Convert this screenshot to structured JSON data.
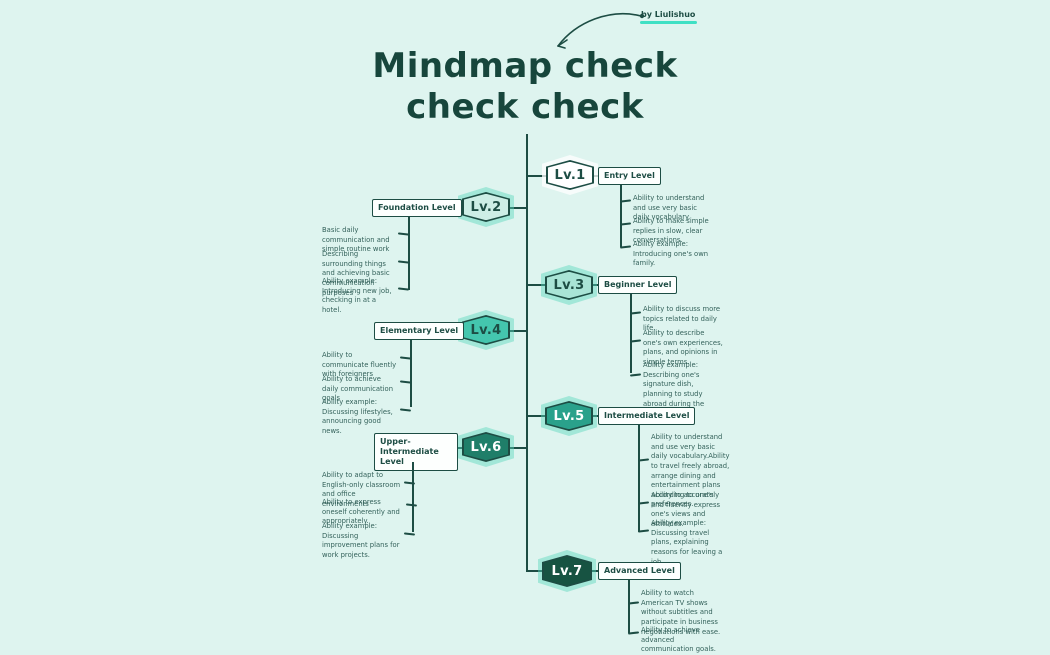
{
  "header": {
    "title_line1": "Mindmap check",
    "title_line2": "check check",
    "byline": "by Liulishuo"
  },
  "colors": {
    "background": "#def4ef",
    "ink": "#1d4d44",
    "body_text": "#33615a",
    "byline_underline": "#3fe0c4",
    "badge_colors": [
      "#ffffff",
      "#cdeee6",
      "#a9e4d6",
      "#44c6ae",
      "#2aa18b",
      "#1f7e69",
      "#175342"
    ]
  },
  "icons": {
    "arrow": "curved-arrow-from-byline-to-title"
  },
  "levels": [
    {
      "badge": "Lv.1",
      "label": "Entry Level",
      "side": "right",
      "color": "#ffffff",
      "text_color": "#1d4d44",
      "bullets": [
        "Ability to understand and use very basic daily vocabulary.",
        "Ability to make simple replies in slow, clear conversations.",
        "Ability example: Introducing one's own family."
      ]
    },
    {
      "badge": "Lv.2",
      "label": "Foundation Level",
      "side": "left",
      "color": "#cdeee6",
      "text_color": "#1d4d44",
      "bullets": [
        "Basic daily communication and simple routine work",
        "Describing surrounding things and achieving basic communication purposes",
        "Ability example: Introducing new job, checking in at a hotel."
      ]
    },
    {
      "badge": "Lv.3",
      "label": "Beginner Level",
      "side": "right",
      "color": "#a9e4d6",
      "text_color": "#1d4d44",
      "bullets": [
        "Ability to discuss more topics related to daily life.",
        "Ability to describe one's own experiences, plans, and opinions in simple terms.",
        "Ability example: Describing one's signature dish, planning to study abroad during the summer."
      ]
    },
    {
      "badge": "Lv.4",
      "label": "Elementary Level",
      "side": "left",
      "color": "#44c6ae",
      "text_color": "#1d4d44",
      "bullets": [
        "Ability to communicate fluently with foreigners",
        "Ability to achieve daily communication goals",
        "Ability example: Discussing lifestyles, announcing good news."
      ]
    },
    {
      "badge": "Lv.5",
      "label": "Intermediate Level",
      "side": "right",
      "color": "#2aa18b",
      "text_color": "#ffffff",
      "bullets": [
        "Ability to understand and use very basic daily vocabulary.Ability to travel freely abroad, arrange dining and entertainment plans according to one's preferences.",
        "Ability to accurately and fluently express one's views and attitudes.",
        "Ability example: Discussing travel plans, explaining reasons for leaving a job."
      ]
    },
    {
      "badge": "Lv.6",
      "label": "Upper-Intermediate Level",
      "side": "left",
      "color": "#1f7e69",
      "text_color": "#ffffff",
      "bullets": [
        "Ability to adapt to English-only classroom and office environments",
        "Ability to express oneself coherently and appropriately.",
        "Ability example: Discussing improvement plans for work projects."
      ]
    },
    {
      "badge": "Lv.7",
      "label": "Advanced Level",
      "side": "right",
      "color": "#175342",
      "text_color": "#ffffff",
      "bullets": [
        "Ability to watch American TV shows without subtitles and participate in business negotiations with ease.",
        "Ability to achieve advanced communication goals."
      ]
    }
  ]
}
